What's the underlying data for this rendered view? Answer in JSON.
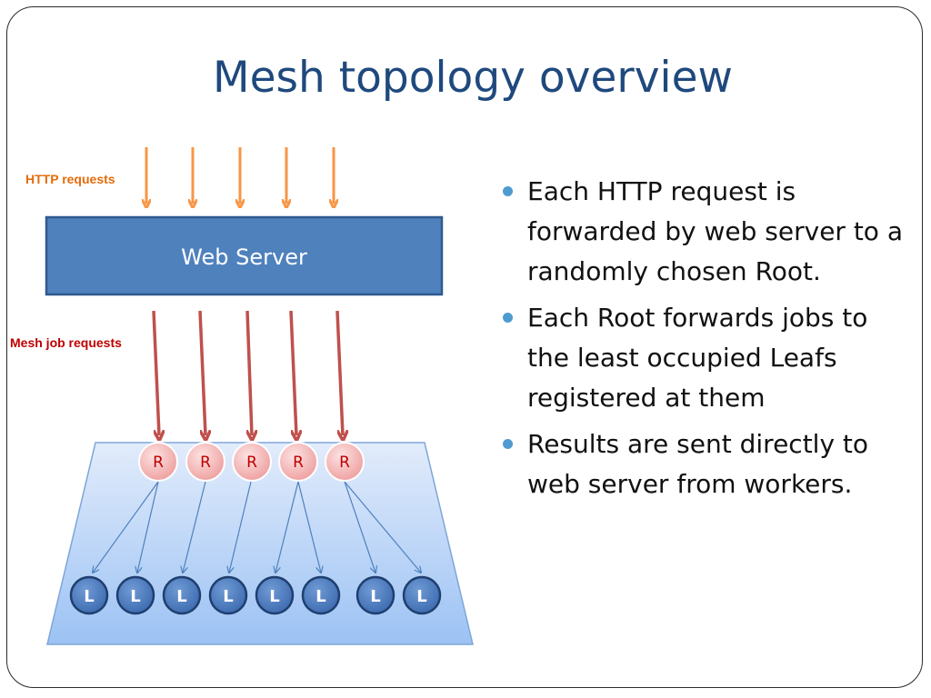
{
  "slide": {
    "title": "Mesh topology overview"
  },
  "diagram": {
    "http_label": "HTTP requests",
    "mesh_label": "Mesh job requests",
    "web_server_label": "Web Server",
    "root_label": "R",
    "leaf_label": "L",
    "http_request_arrows": 5,
    "mesh_request_arrows": 5,
    "root_nodes": 5,
    "leaf_nodes": 8,
    "root_to_leaf_links": [
      [
        0,
        0
      ],
      [
        0,
        1
      ],
      [
        1,
        2
      ],
      [
        2,
        3
      ],
      [
        3,
        4
      ],
      [
        3,
        5
      ],
      [
        4,
        6
      ],
      [
        4,
        7
      ]
    ]
  },
  "bullets": [
    "Each HTTP request is forwarded by web server to a randomly chosen Root.",
    "Each Root forwards jobs to the least occupied Leafs registered at them",
    "Results are sent directly to web server from workers."
  ],
  "colors": {
    "title": "#1f497d",
    "http_arrow": "#f79646",
    "mesh_arrow": "#c0504d",
    "web_server": "#4f81bd",
    "root_node": "#f2a2a2",
    "leaf_node": "#4f81bd",
    "bullet": "#4f9bd0"
  }
}
